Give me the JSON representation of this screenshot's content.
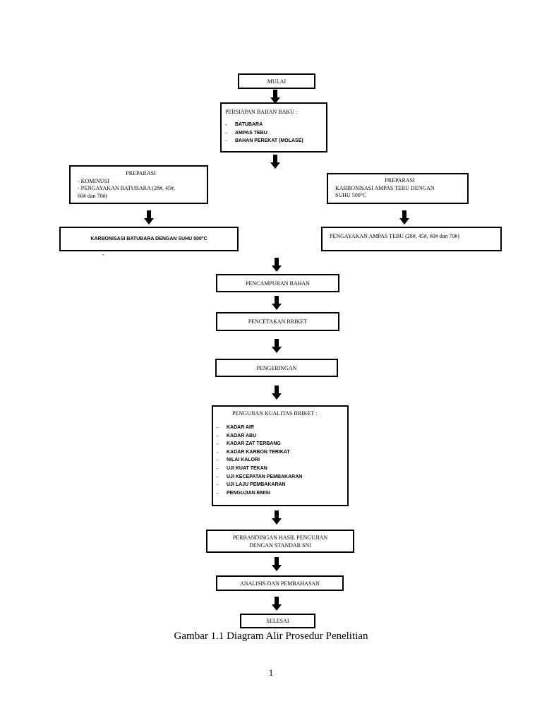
{
  "start": "MULAI",
  "bahan_baku": {
    "title": "PERSIAPAN BAHAN BAKU :",
    "items": [
      "BATUBARA",
      "AMPAS TEBU",
      "BAHAN PEREKAT (MOLASE)"
    ]
  },
  "preparasi_left": {
    "title": "PREPARASI",
    "line1": "- KOMINUSI",
    "line2": "- PENGAYAKAN BATUBARA (28#, 45#,",
    "line3": "60# dan 70#)"
  },
  "preparasi_right": {
    "title": "PREPARASI",
    "line1": "KARBONISASI AMPAS TEBU DENGAN",
    "line2": "SUHU 500°C"
  },
  "karbonisasi_batubara": "KARBONISASI  BATUBARA DENGAN SUHU 500°C",
  "pengayakan_ampas": "PENGAYAKAN AMPAS TEBU  (28#, 45#, 60# dan 70#)",
  "stray_mark": "-",
  "pencampuran": "PENCAMPURAN BAHAN",
  "pencetakan": "PENCETAKAN BRIKET",
  "pengeringan": "PENGERINGAN",
  "pengujian": {
    "title": "PENGUJIAN KUALITAS BRIKET :",
    "items": [
      "KADAR AIR",
      "KADAR ABU",
      "KADAR ZAT TERBANG",
      "KADAR KARBON TERIKAT",
      "NILAI KALORI",
      "UJI KUAT TEKAN",
      "UJI KECEPATAN PEMBAKARAN",
      "UJI LAJU PEMBAKARAN",
      "PENGUJIAN EMISI"
    ]
  },
  "perbandingan": {
    "line1": "PERBANDINGAN HASIL PENGUJIAN",
    "line2": "DENGAN STANDAR  SNI"
  },
  "analisis": "ANALISIS DAN PEMBAHASAN",
  "end": "SELESAI",
  "caption": "Gambar 1.1 Diagram Alir Prosedur Penelitian",
  "page_number": "1",
  "list_dash": "-"
}
